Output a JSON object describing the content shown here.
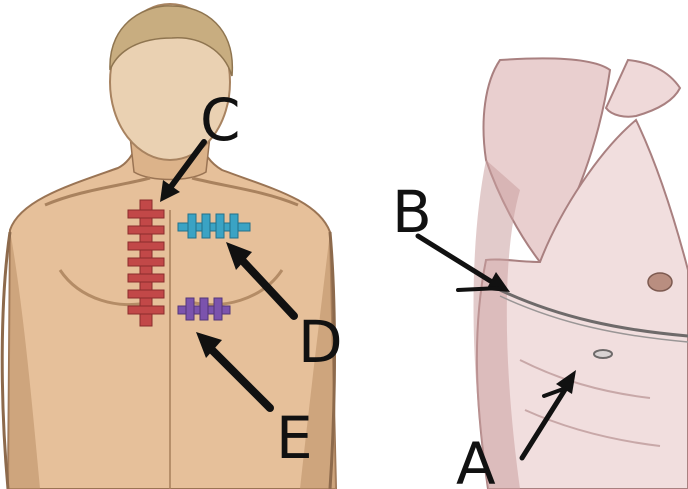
{
  "labels": {
    "a": "A",
    "b": "B",
    "c": "C",
    "d": "D",
    "e": "E"
  },
  "colors": {
    "skin": "#e6c09a",
    "skin_shadow": "#b98e66",
    "skin_dark": "#8d6a4c",
    "side_skin": "#f1dede",
    "side_shadow": "#caa0a0",
    "incision_c": "#c24848",
    "incision_d": "#3aa3c4",
    "incision_e": "#7b53ad",
    "ink": "#111111"
  }
}
